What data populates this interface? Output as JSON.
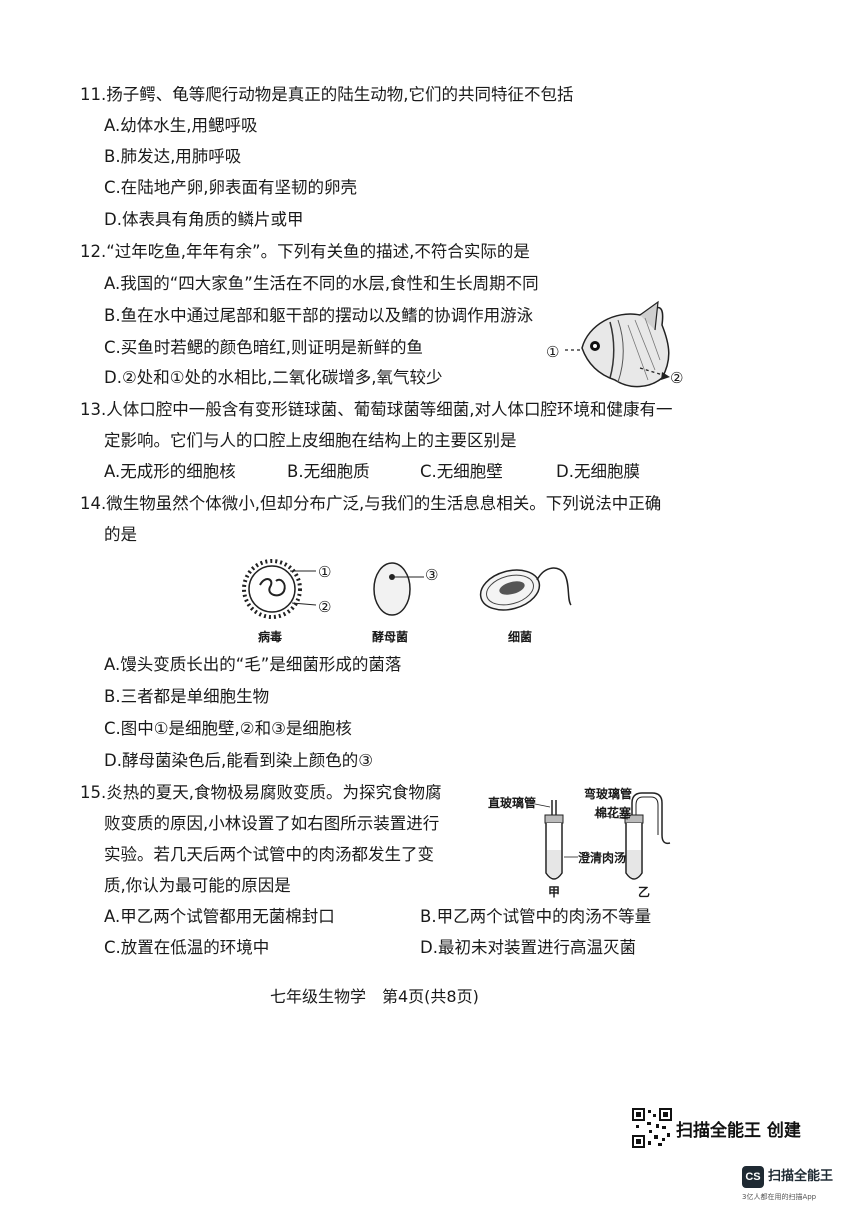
{
  "q11": {
    "stem": "11.扬子鳄、龟等爬行动物是真正的陆生动物,它们的共同特征不包括",
    "options": [
      "A.幼体水生,用鳃呼吸",
      "B.肺发达,用肺呼吸",
      "C.在陆地产卵,卵表面有坚韧的卵壳",
      "D.体表具有角质的鳞片或甲"
    ]
  },
  "q12": {
    "stem": "12.“过年吃鱼,年年有余”。下列有关鱼的描述,不符合实际的是",
    "options": [
      "A.我国的“四大家鱼”生活在不同的水层,食性和生长周期不同",
      "B.鱼在水中通过尾部和躯干部的摆动以及鳍的协调作用游泳",
      "C.买鱼时若鳃的颜色暗红,则证明是新鲜的鱼",
      "D.②处和①处的水相比,二氧化碳增多,氧气较少"
    ],
    "fig_labels": [
      "①",
      "②"
    ]
  },
  "q13": {
    "stem_line1": "13.人体口腔中一般含有变形链球菌、葡萄球菌等细菌,对人体口腔环境和健康有一",
    "stem_line2": "定影响。它们与人的口腔上皮细胞在结构上的主要区别是",
    "options": [
      "A.无成形的细胞核",
      "B.无细胞质",
      "C.无细胞壁",
      "D.无细胞膜"
    ]
  },
  "q14": {
    "stem_line1": "14.微生物虽然个体微小,但却分布广泛,与我们的生活息息相关。下列说法中正确",
    "stem_line2": "的是",
    "fig_labels": {
      "virus": "病毒",
      "yeast": "酵母菌",
      "bacteria": "细菌",
      "m1": "①",
      "m2": "②",
      "m3": "③"
    },
    "options": [
      "A.馒头变质长出的“毛”是细菌形成的菌落",
      "B.三者都是单细胞生物",
      "C.图中①是细胞壁,②和③是细胞核",
      "D.酵母菌染色后,能看到染上颜色的③"
    ]
  },
  "q15": {
    "stem_lines": [
      "15.炎热的夏天,食物极易腐败变质。为探究食物腐",
      "败变质的原因,小林设置了如右图所示装置进行",
      "实验。若几天后两个试管中的肉汤都发生了变",
      "质,你认为最可能的原因是"
    ],
    "fig_labels": {
      "straight": "直玻璃管",
      "bent": "弯玻璃管",
      "cotton": "棉花塞",
      "broth": "澄清肉汤",
      "jia": "甲",
      "yi": "乙"
    },
    "options": [
      "A.甲乙两个试管都用无菌棉封口",
      "B.甲乙两个试管中的肉汤不等量",
      "C.放置在低温的环境中",
      "D.最初未对装置进行高温灭菌"
    ]
  },
  "footer": "七年级生物学　第4页(共8页)",
  "watermark": {
    "text": "扫描全能王  创建",
    "logo": "CS",
    "logo_name": "扫描全能王",
    "tagline": "3亿人都在用的扫描App"
  }
}
